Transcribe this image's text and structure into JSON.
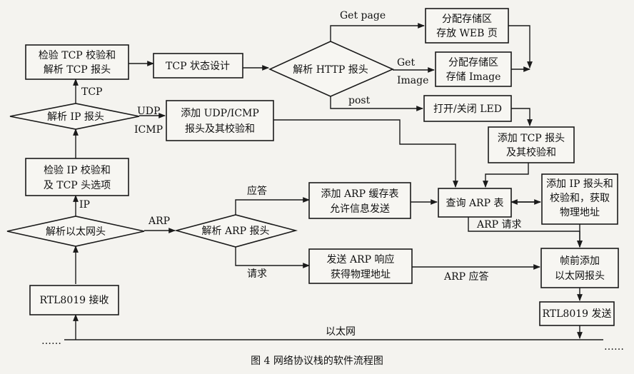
{
  "caption": "图 4 网络协议栈的软件流程图",
  "bus": {
    "label": "以太网",
    "left_dots": "……",
    "right_dots": "……"
  },
  "nodes": {
    "verify_tcp": [
      "检验 TCP 校验和",
      "解析 TCP 报头"
    ],
    "tcp_state": [
      "TCP 状态设计"
    ],
    "parse_http": [
      "解析 HTTP 报头"
    ],
    "alloc_web": [
      "分配存储区",
      "存放 WEB 页"
    ],
    "alloc_image": [
      "分配存储区",
      "存储 Image"
    ],
    "led": [
      "打开/关闭 LED"
    ],
    "parse_ip": [
      "解析 IP 报头"
    ],
    "add_udp": [
      "添加 UDP/ICMP",
      "报头及其校验和"
    ],
    "add_tcp": [
      "添加 TCP 报头",
      "及其校验和"
    ],
    "verify_ip": [
      "检验 IP 校验和",
      "及 TCP 头选项"
    ],
    "add_arp_cache": [
      "添加 ARP 缓存表",
      "允许信息发送"
    ],
    "query_arp": [
      "查询 ARP 表"
    ],
    "add_ip": [
      "添加 IP 报头和",
      "校验和，获取",
      "物理地址"
    ],
    "parse_eth": [
      "解析以太网头"
    ],
    "parse_arp": [
      "解析 ARP 报头"
    ],
    "send_arp": [
      "发送 ARP 响应",
      "获得物理地址"
    ],
    "add_eth": [
      "帧前添加",
      "以太网报头"
    ],
    "rtl_rx": [
      "RTL8019 接收"
    ],
    "rtl_tx": [
      "RTL8019 发送"
    ]
  },
  "edge_labels": {
    "get_page": "Get  page",
    "get": "Get",
    "image": "Image",
    "post": "post",
    "tcp": "TCP",
    "udp": "UDP",
    "icmp": "ICMP",
    "ip": "IP",
    "arp": "ARP",
    "reply": "应答",
    "request": "请求",
    "arp_request": "ARP 请求",
    "arp_reply": "ARP 应答"
  }
}
